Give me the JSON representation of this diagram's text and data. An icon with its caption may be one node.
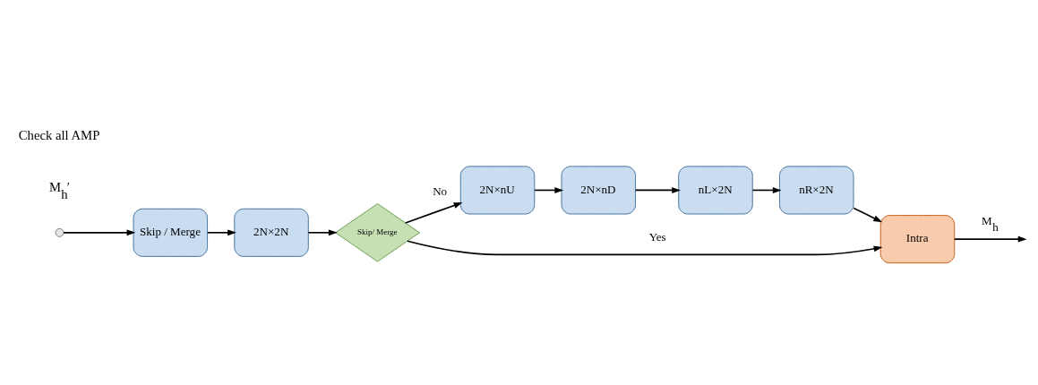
{
  "diagram": {
    "nodes": [
      {
        "text": [],
        "shape": "circle"
      },
      {
        "text": [
          "Skip / Merge"
        ]
      },
      {
        "text": [
          "2N×2N"
        ]
      },
      {
        "text": [
          "Skip/ Merge"
        ]
      },
      {
        "text": [
          "2N×nU"
        ]
      },
      {
        "text": [
          "2N×nD"
        ]
      },
      {
        "text": [
          "nL×2N"
        ]
      },
      {
        "text": [
          "nR×2N"
        ]
      },
      {
        "text": [
          "Intra"
        ]
      }
    ],
    "edges": [
      {
        "from": 0,
        "to": 1,
        "arrow": "to"
      },
      {
        "from": 1,
        "to": 2,
        "arrow": "to"
      },
      {
        "from": 2,
        "to": 3,
        "arrow": "to"
      },
      {
        "from": 3,
        "to": 4,
        "arrow": "to",
        "label": "No"
      },
      {
        "from": 3,
        "to": 8,
        "arrow": "to",
        "label": "Yes"
      },
      {
        "from": 4,
        "to": 5,
        "arrow": "to"
      },
      {
        "from": 5,
        "to": 6,
        "arrow": "to"
      },
      {
        "from": 6,
        "to": 7,
        "arrow": "to"
      },
      {
        "from": 7,
        "to": 8,
        "arrow": "to"
      },
      {
        "from": 8,
        "to": null,
        "arrow": "to",
        "label": "M$_{h}$"
      }
    ],
    "labels": [
      "M$_{h}$′",
      "Check all AMP"
    ]
  }
}
